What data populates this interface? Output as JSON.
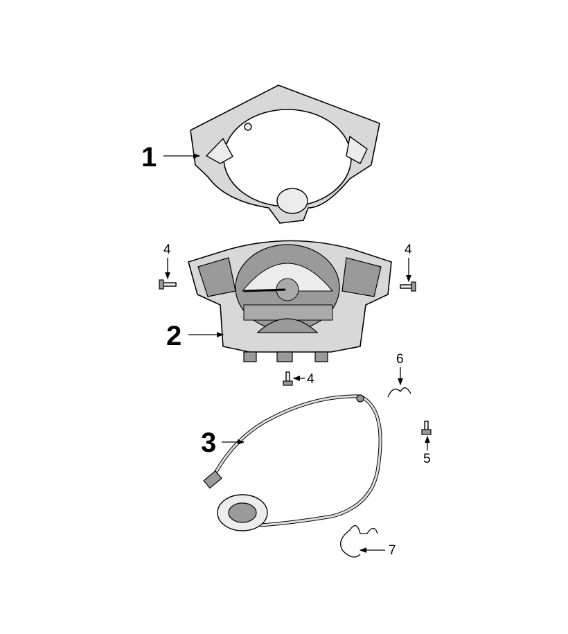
{
  "callouts": {
    "c1": "1",
    "c2": "2",
    "c3": "3",
    "c4a": "4",
    "c4b": "4",
    "c4c": "4",
    "c5": "5",
    "c6": "6",
    "c7": "7"
  },
  "parts": [
    "instrument-cover",
    "instrument-cluster",
    "speedometer-cable",
    "screw",
    "screw",
    "clip",
    "wire-clip"
  ]
}
